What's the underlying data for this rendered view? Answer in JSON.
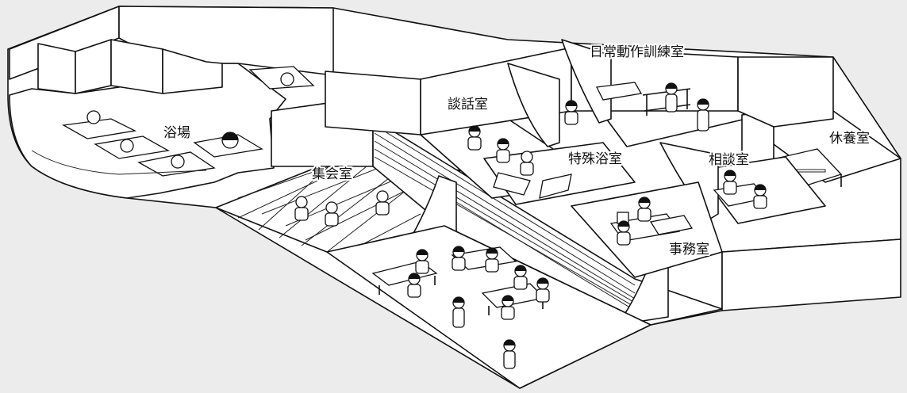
{
  "rooms": {
    "bath": "浴場",
    "assembly": "集会室",
    "talk": "談話室",
    "special_bath": "特殊浴室",
    "adl_training": "日常動作訓練室",
    "consult": "相談室",
    "rest": "休養室",
    "office": "事務室"
  }
}
